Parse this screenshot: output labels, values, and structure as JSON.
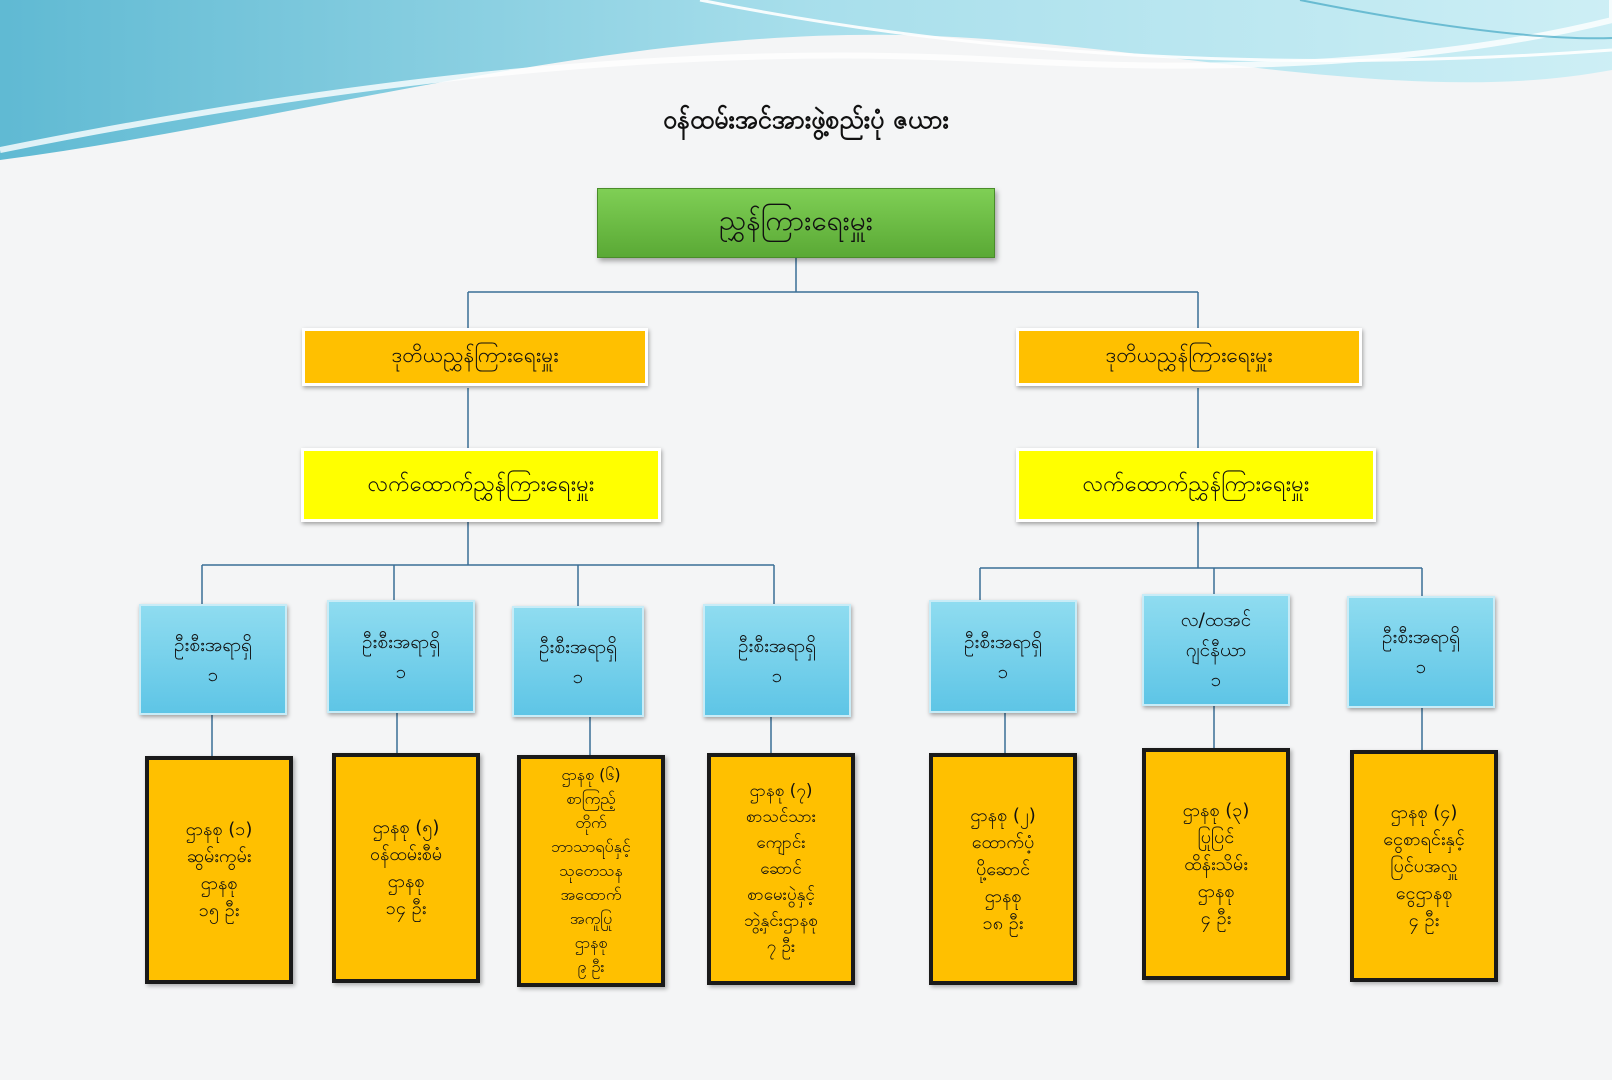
{
  "title": "ဝန်ထမ်းအင်အားဖွဲ့စည်းပုံ ဇယား",
  "director": "ညွှန်ကြားရေးမှူး",
  "deputies": [
    "ဒုတိယညွှန်ကြားရေးမှူး",
    "ဒုတိယညွှန်ကြားရေးမှူး"
  ],
  "assistants": [
    "လက်ထောက်ညွှန်ကြားရေးမှူး",
    "လက်ထောက်ညွှန်ကြားရေးမှူး"
  ],
  "heads": [
    "ဦးစီးအရာရှိ\n၁",
    "ဦးစီးအရာရှိ\n၁",
    "ဦးစီးအရာရှိ\n၁",
    "ဦးစီးအရာရှိ\n၁",
    "ဦးစီးအရာရှိ\n၁",
    "လ/ထအင်\nဂျင်နီယာ\n၁",
    "ဦးစီးအရာရှိ\n၁"
  ],
  "sections": [
    "ဌာနစု (၁)\nဆွမ်းကွမ်း\nဌာနစု\n၁၅ ဦး",
    "ဌာနစု (၅)\nဝန်ထမ်းစီမံ\nဌာနစု\n၁၄ ဦး",
    "ဌာနစု (၆)\nစာကြည့်\nတိုက်\nဘာသာရပ်နှင့်\nသုတေသန\nအထောက်\nအကူပြု\nဌာနစု\n၉ ဦး",
    "ဌာနစု (၇)\nစာသင်သား\nကျောင်း\nဆောင်\nစာမေးပွဲနှင့်\nဘွဲ့နှင်းဌာနစု\n၇ ဦး",
    "ဌာနစု (၂)\nထောက်ပံ့\nပို့ဆောင်\nဌာနစု\n၁၈ ဦး",
    "ဌာနစု (၃)\nပြုပြင်\nထိန်းသိမ်း\nဌာနစု\n၄ ဦး",
    "ဌာနစု (၄)\nငွေစာရင်းနှင့်\nပြင်ပအလှူ\nငွေဌာနစု\n၄ ဦး"
  ],
  "colors": {
    "director": "#6abd45",
    "deputy": "#ffc000",
    "assistant": "#ffff00",
    "head": "#74d0ec",
    "section": "#ffc000",
    "connector": "#3a6e96"
  }
}
